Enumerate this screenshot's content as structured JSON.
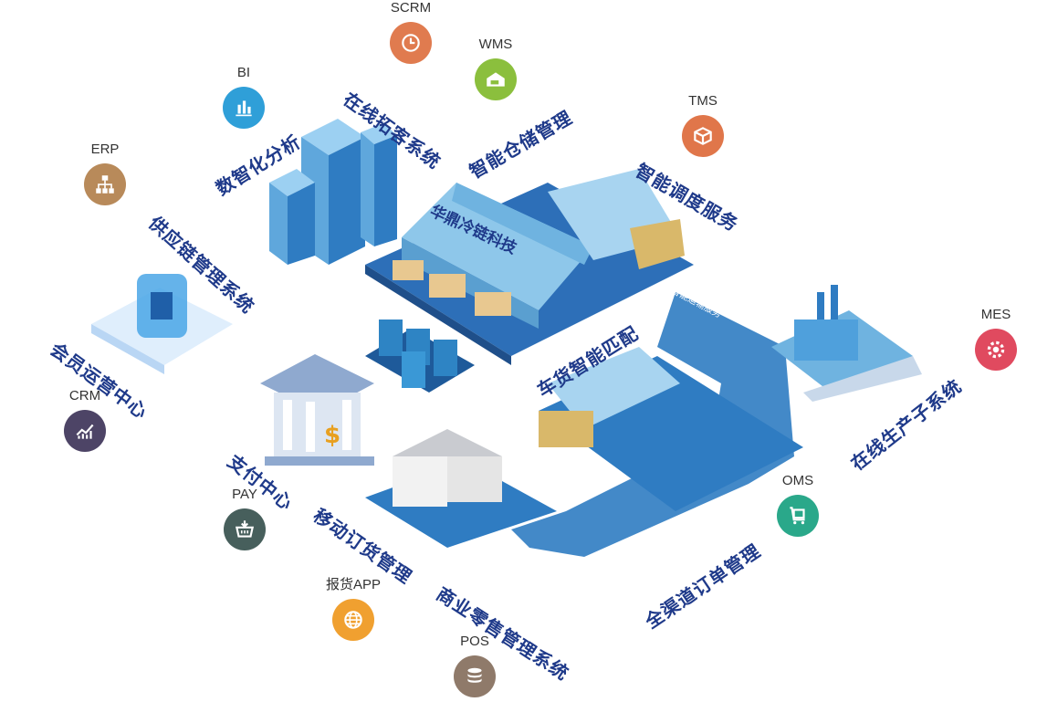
{
  "colors": {
    "SCRM": "#e07b4f",
    "WMS": "#8bbf3d",
    "BI": "#2f9fd8",
    "TMS": "#e0764a",
    "ERP": "#b88a5a",
    "MES": "#e04a5f",
    "CRM": "#4d4466",
    "OMS": "#2aa88a",
    "PAY": "#475f5c",
    "APP": "#f0a030",
    "POS": "#8f7a6a",
    "caption": "#1f3a8a"
  },
  "nodes": {
    "scrm": {
      "label": "SCRM",
      "icon": "clock-icon"
    },
    "wms": {
      "label": "WMS",
      "icon": "warehouse-truck-icon"
    },
    "bi": {
      "label": "BI",
      "icon": "bar-chart-icon"
    },
    "tms": {
      "label": "TMS",
      "icon": "parcel-icon"
    },
    "erp": {
      "label": "ERP",
      "icon": "org-chart-icon"
    },
    "mes": {
      "label": "MES",
      "icon": "gear-icon"
    },
    "crm": {
      "label": "CRM",
      "icon": "trend-chart-icon"
    },
    "oms": {
      "label": "OMS",
      "icon": "cart-box-icon"
    },
    "pay": {
      "label": "PAY",
      "icon": "basket-icon"
    },
    "app": {
      "label": "报货APP",
      "icon": "globe-icon"
    },
    "pos": {
      "label": "POS",
      "icon": "database-icon"
    }
  },
  "captions": {
    "scrm": "在线拓客系统",
    "wms": "智能仓储管理",
    "bi": "数智化分析",
    "tms": "智能调度服务",
    "erp": "供应链管理系统",
    "crm": "会员运营中心",
    "match": "车货智能匹配",
    "pay": "支付中心",
    "mes": "在线生产子系统",
    "app": "移动订货管理",
    "oms": "全渠道订单管理",
    "pos": "商业零售管理系统"
  },
  "scene": {
    "warehouse_sign": "华鼎冷链科技",
    "road_sign": "智能运输服务"
  }
}
